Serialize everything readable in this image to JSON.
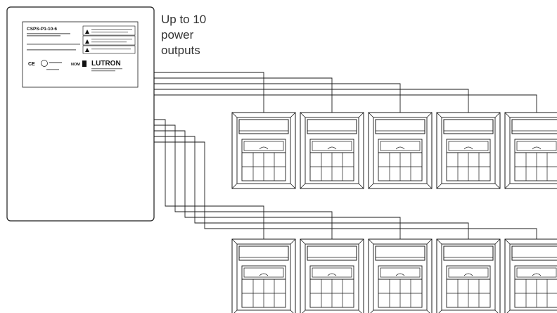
{
  "caption": [
    "Up to 10",
    "power",
    "outputs"
  ],
  "panel": {
    "model": "CSPS-P1-10-6",
    "brand": "LUTRON",
    "ce_mark": "CE",
    "nom_mark": "NOM"
  },
  "outputs": 10,
  "shade_rows": [
    {
      "name": "upper-row",
      "count": 5
    },
    {
      "name": "lower-row",
      "count": 5
    }
  ],
  "colors": {
    "line": "#1a1a1a",
    "background": "#ffffff",
    "caption": "#333333"
  }
}
